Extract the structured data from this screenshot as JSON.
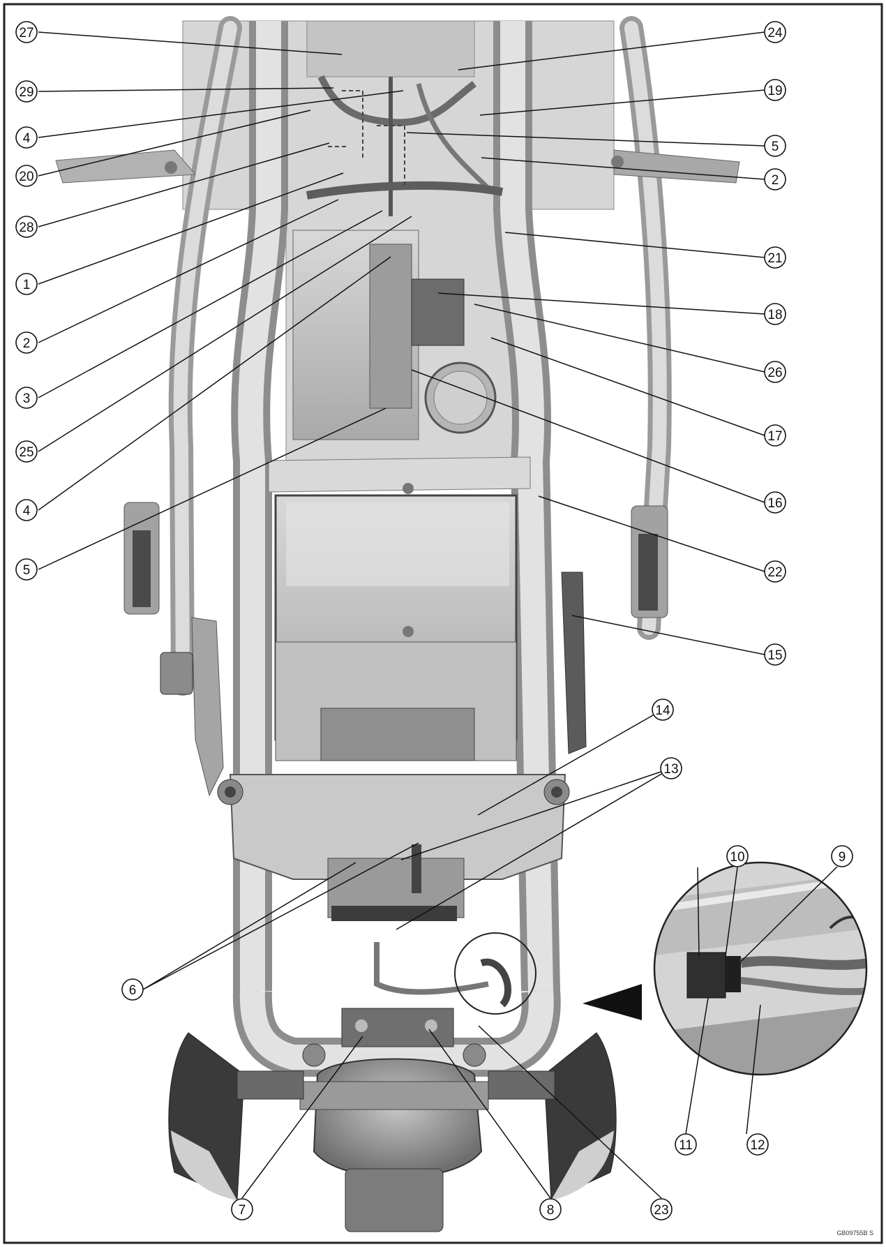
{
  "figure_code": "GB09755B  S",
  "callouts": {
    "c1": "1",
    "c2a": "2",
    "c2b": "2",
    "c3": "3",
    "c4a": "4",
    "c4b": "4",
    "c5a": "5",
    "c5b": "5",
    "c6": "6",
    "c7": "7",
    "c8": "8",
    "c9": "9",
    "c10": "10",
    "c11": "11",
    "c12": "12",
    "c13": "13",
    "c14": "14",
    "c15": "15",
    "c16": "16",
    "c17": "17",
    "c18": "18",
    "c19": "19",
    "c20": "20",
    "c21": "21",
    "c22": "22",
    "c23": "23",
    "c24": "24",
    "c25": "25",
    "c26": "26",
    "c27": "27",
    "c28": "28",
    "c29": "29"
  }
}
